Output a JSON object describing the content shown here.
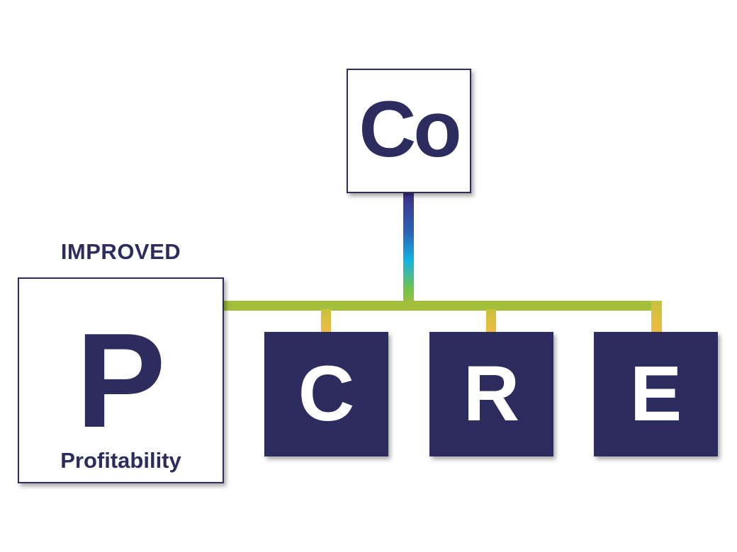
{
  "top_element": {
    "symbol": "Co"
  },
  "improved": {
    "label": "IMPROVED",
    "symbol": "P",
    "name": "Profitability"
  },
  "children": [
    {
      "id": "c",
      "symbol": "C"
    },
    {
      "id": "r",
      "symbol": "R"
    },
    {
      "id": "e",
      "symbol": "E"
    }
  ],
  "colors": {
    "navy": "#2d2c5e",
    "green": "#a4bf3c",
    "gold": "#e9bc41",
    "gradient_stem": [
      "#3f2f87",
      "#2a63b7",
      "#14b3e4",
      "#6fc34e",
      "#a4bf3c"
    ]
  }
}
